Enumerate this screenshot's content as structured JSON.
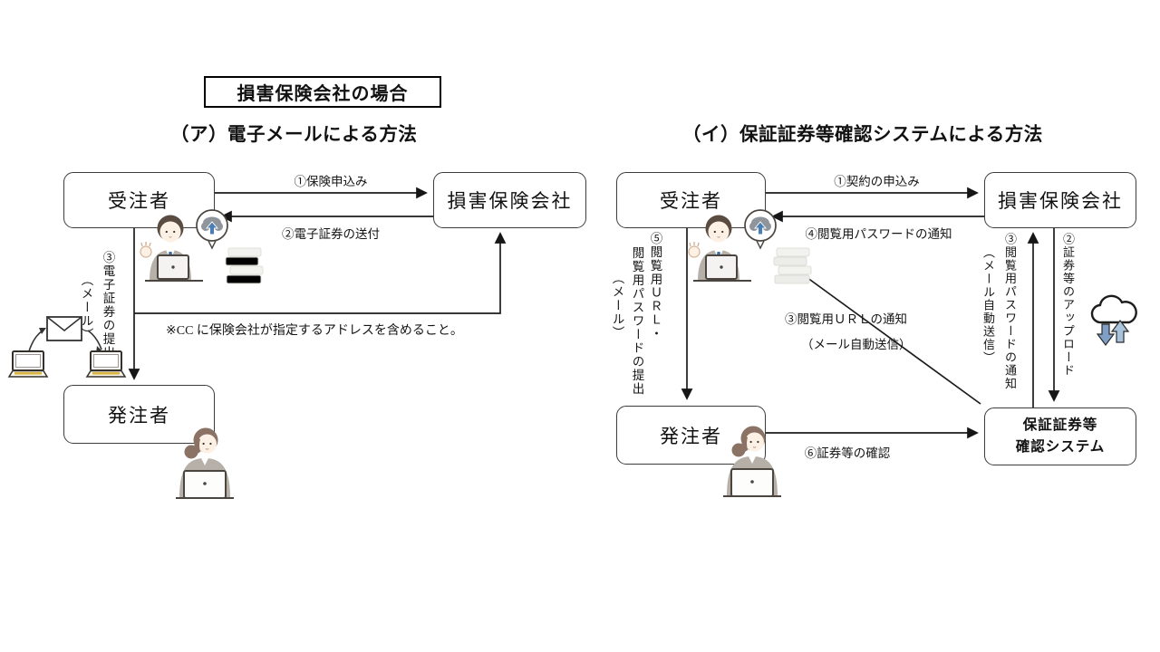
{
  "title_box": "損害保険会社の場合",
  "colors": {
    "line": "#1c1c1c",
    "accent_blue": "#4a7fb5",
    "cloud_arrow_down": "#7f9fc6",
    "cloud_arrow_up": "#a9c3dd",
    "suit_gray": "#b6b0a8",
    "keyboard_yellow": "#d9b53f"
  },
  "icons": {
    "left_worker": "male-office-worker-at-laptop-icon",
    "left_upload_badge": "cloud-upload-badge-icon",
    "left_documents": "document-stack-icon",
    "left_email": "email-between-laptops-icon",
    "left_orderer": "female-office-worker-at-laptop-icon",
    "right_worker": "male-office-worker-at-laptop-icon",
    "right_upload_badge": "cloud-upload-badge-icon",
    "right_documents": "document-stack-icon",
    "right_cloud_sync": "cloud-upload-download-icon",
    "right_orderer": "female-office-worker-at-laptop-icon"
  },
  "left": {
    "subtitle": "（ア）電子メールによる方法",
    "boxes": {
      "jucyusha": "受注者",
      "hoken": "損害保険会社",
      "hachusha": "発注者"
    },
    "labels": {
      "a1": "①保険申込み",
      "a2": "②電子証券の送付",
      "a3": "③電子証券の提出",
      "a3_sub": "（メール）",
      "note": "※CC に保険会社が指定するアドレスを含めること。"
    }
  },
  "right": {
    "subtitle": "（イ）保証証券等確認システムによる方法",
    "boxes": {
      "jucyusha": "受注者",
      "hoken": "損害保険会社",
      "hachusha": "発注者",
      "system_line1": "保証証券等",
      "system_line2": "確認システム"
    },
    "labels": {
      "a1": "①契約の申込み",
      "a4": "④閲覧用パスワードの通知",
      "a5_col1": "⑤閲覧用ＵＲＬ・",
      "a5_col2": "閲覧用パスワードの提出",
      "a5_sub": "（メール）",
      "url_notice": "③閲覧用ＵＲＬの通知",
      "url_notice_sub": "（メール自動送信）",
      "pw_notice": "③閲覧用パスワードの通知",
      "pw_notice_sub": "（メール自動送信）",
      "upload": "②証券等のアップロード",
      "a6": "⑥証券等の確認"
    }
  }
}
